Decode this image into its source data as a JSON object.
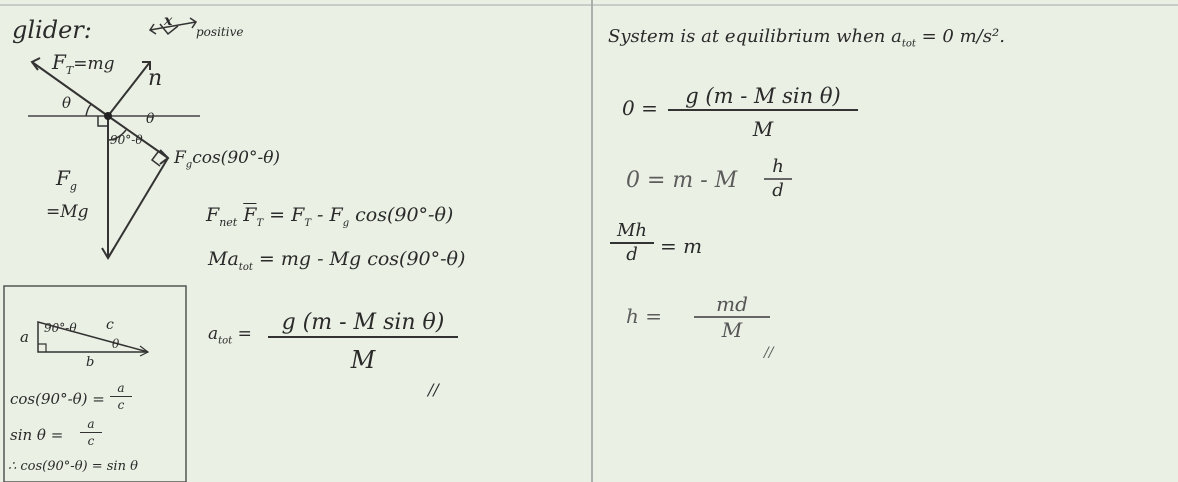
{
  "left": {
    "glider_label": "glider:",
    "axis_label": "x",
    "positive_label": "positive",
    "tension_label": "F",
    "tension_sub": "T",
    "tension_eq": "=mg",
    "normal_label": "n",
    "theta": "θ",
    "theta2": "θ",
    "angle_90": "90°-θ",
    "fg_component": "F",
    "fg_component_sub": "g",
    "fg_component_rest": "cos(90°-θ)",
    "gravity_label": "F",
    "gravity_sub": "g",
    "gravity_eq": "=Mg",
    "eq1": "F",
    "eq1_sub": "net",
    "eq1_hat": "F",
    "eq1_hat_sub": "T",
    "eq1_rest": "= F",
    "eq1_rest_sub": "T",
    "eq1_tail": "- F",
    "eq1_tail_sub": "g",
    "eq1_tail2": "cos(90°-θ)",
    "eq2_lhs": "Ma",
    "eq2_lhs_sub": "tot",
    "eq2_rhs": "= mg - Mg cos(90°-θ)",
    "eq3_lhs": "a",
    "eq3_lhs_sub": "tot",
    "eq3_eq": "=",
    "eq3_num": "g (m - M sin θ)",
    "eq3_den": "M",
    "eq3_mark": "//"
  },
  "inset": {
    "side_a": "a",
    "angle_top": "90°-θ",
    "side_c": "c",
    "angle_bottom": "θ",
    "side_b": "b",
    "l1_lhs": "cos(90°-θ) =",
    "l1_num": "a",
    "l1_den": "c",
    "l2_lhs": "sin θ =",
    "l2_num": "a",
    "l2_den": "c",
    "l3": "∴ cos(90°-θ) = sin θ"
  },
  "right": {
    "statement": "System is at equilibrium when a",
    "statement_sub": "tot",
    "statement_end": "= 0 m/s².",
    "r1_lhs": "0 =",
    "r1_num": "g (m - M sin θ)",
    "r1_den": "M",
    "r2_lhs": "0 = m - M",
    "r2_num": "h",
    "r2_den": "d",
    "r3_num": "Mh",
    "r3_den": "d",
    "r3_rhs": "= m",
    "r4_lhs": "h =",
    "r4_num": "md",
    "r4_den": "M",
    "r4_mark": "//"
  }
}
